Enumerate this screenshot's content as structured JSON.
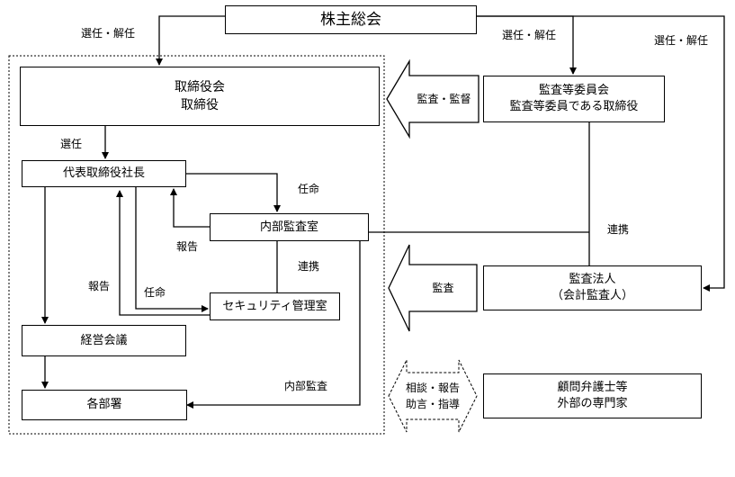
{
  "boxes": {
    "shareholders": "株主総会",
    "board_line1": "取締役会",
    "board_line2": "取締役",
    "audit_committee_line1": "監査等委員会",
    "audit_committee_line2": "監査等委員である取締役",
    "president": "代表取締役社長",
    "internal_audit": "内部監査室",
    "security": "セキュリティ管理室",
    "management_meeting": "経営会議",
    "departments": "各部署",
    "auditor_line1": "監査法人",
    "auditor_line2": "（会計監査人）",
    "advisors_line1": "顧問弁護士等",
    "advisors_line2": "外部の専門家"
  },
  "labels": {
    "elect_dismiss_left": "選任・解任",
    "elect_dismiss_mid": "選任・解任",
    "elect_dismiss_right": "選任・解任",
    "elect": "選任",
    "appoint_internal": "任命",
    "report_internal": "報告",
    "cooperate_security": "連携",
    "report_left": "報告",
    "appoint_security": "任命",
    "cooperate_auditor": "連携",
    "internal_audit_action": "内部監査"
  },
  "arrows": {
    "audit_supervise": "監査・監督",
    "audit": "監査",
    "consult_line1": "相談・報告",
    "consult_line2": "助言・指導"
  }
}
